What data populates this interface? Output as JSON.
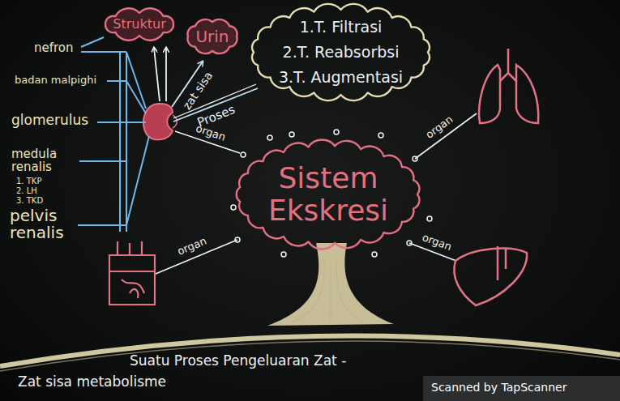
{
  "diagram": {
    "nodes": [
      {
        "text": [
          "Struktur"
        ]
      },
      {
        "text": [
          "Urin"
        ]
      },
      {
        "text": [
          "1.T. Filtrasi",
          "2.T. Reabsorbsi",
          "3.T. Augmentasi"
        ]
      },
      {
        "text": [
          "Sistem Ekskresi"
        ]
      }
    ],
    "labels": [
      "nefron",
      "badan malpighi",
      "glomerulus",
      "medula renalis",
      "1. TKP",
      "2. LH",
      "3. TKD",
      "pelvis renalis",
      "zat sisa",
      "Proses",
      "organ",
      "organ",
      "organ",
      "organ",
      "Suatu Proses Pengeluaran Zat -",
      "Zat sisa metabolisme",
      "Scanned by TapScanner"
    ]
  }
}
